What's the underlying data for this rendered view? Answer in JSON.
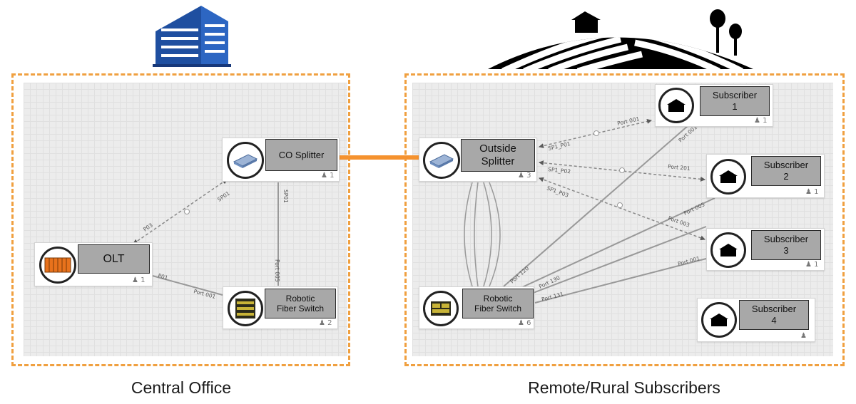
{
  "zones": {
    "central_office": {
      "caption": "Central Office"
    },
    "remote": {
      "caption": "Remote/Rural Subscribers"
    }
  },
  "colors": {
    "zone_border": "#f0a040",
    "trunk": "#f5922e",
    "label_bg": "#a8a8a8"
  },
  "nodes": {
    "olt": {
      "label": "OLT",
      "count": "1",
      "icon": "olt-device-icon"
    },
    "co_splitter": {
      "label": "CO Splitter",
      "count": "1",
      "icon": "splitter-icon"
    },
    "co_switch": {
      "label": "Robotic\nFiber Switch",
      "count": "2",
      "icon": "fiber-switch-icon"
    },
    "outside_splitter": {
      "label": "Outside\nSplitter",
      "count": "3",
      "icon": "splitter-icon"
    },
    "remote_switch": {
      "label": "Robotic\nFiber Switch",
      "count": "6",
      "icon": "fiber-switch-icon"
    },
    "subscriber_1": {
      "label": "Subscriber\n1",
      "count": "1",
      "icon": "house-icon"
    },
    "subscriber_2": {
      "label": "Subscriber\n2",
      "count": "1",
      "icon": "house-icon"
    },
    "subscriber_3": {
      "label": "Subscriber\n3",
      "count": "1",
      "icon": "house-icon"
    },
    "subscriber_4": {
      "label": "Subscriber\n4",
      "count": "",
      "icon": "house-icon"
    }
  },
  "edge_labels": {
    "olt_p03": "P03",
    "co_sp01": "SP01",
    "olt_p01": "P01",
    "co_port001": "Port 001",
    "co_sp01_v": "SP01",
    "co_port005": "Port 005",
    "sp1_p01": "SP1_P01",
    "sp1_p02": "SP1_P02",
    "sp1_p03": "SP1_P03",
    "port001_a": "Port 001",
    "port201": "Port 201",
    "port003": "Port 003",
    "port001_b": "Port 001",
    "port005": "Port 005",
    "port120": "Port 120",
    "port130": "Port 130",
    "port131": "Port 131",
    "port001_c": "Port 001"
  },
  "icons": [
    "office-building-icon",
    "rural-farm-icon"
  ]
}
